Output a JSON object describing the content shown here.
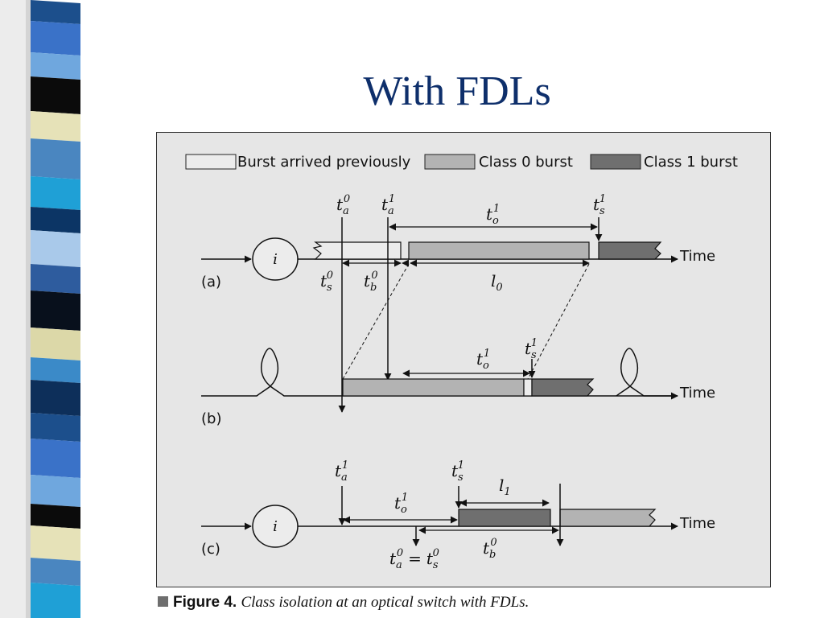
{
  "slide": {
    "title": "With FDLs"
  },
  "legend": {
    "items": [
      {
        "label": "Burst arrived previously",
        "color": "#ececec"
      },
      {
        "label": "Class 0 burst",
        "color": "#b3b3b3"
      },
      {
        "label": "Class 1 burst",
        "color": "#6f6f6f"
      }
    ]
  },
  "panels": {
    "a": {
      "label": "(a)",
      "node": "i",
      "axis": "Time",
      "ta0": {
        "base": "t",
        "sub": "a",
        "sup": "0"
      },
      "ta1": {
        "base": "t",
        "sub": "a",
        "sup": "1"
      },
      "to1": {
        "base": "t",
        "sub": "o",
        "sup": "1"
      },
      "ts1": {
        "base": "t",
        "sub": "s",
        "sup": "1"
      },
      "ts0": {
        "base": "t",
        "sub": "s",
        "sup": "0"
      },
      "tb0": {
        "base": "t",
        "sub": "b",
        "sup": "0"
      },
      "l0": {
        "base": "l",
        "sub": "0"
      }
    },
    "b": {
      "label": "(b)",
      "axis": "Time",
      "to1": {
        "base": "t",
        "sub": "o",
        "sup": "1"
      },
      "ts1": {
        "base": "t",
        "sub": "s",
        "sup": "1"
      }
    },
    "c": {
      "label": "(c)",
      "node": "i",
      "axis": "Time",
      "ta1": {
        "base": "t",
        "sub": "a",
        "sup": "1"
      },
      "ts1": {
        "base": "t",
        "sub": "s",
        "sup": "1"
      },
      "l1": {
        "base": "l",
        "sub": "1"
      },
      "to1": {
        "base": "t",
        "sub": "o",
        "sup": "1"
      },
      "tb0": {
        "base": "t",
        "sub": "b",
        "sup": "0"
      },
      "eq": {
        "lhs_base": "t",
        "lhs_sub": "a",
        "lhs_sup": "0",
        "op": "=",
        "rhs_base": "t",
        "rhs_sub": "s",
        "rhs_sup": "0"
      }
    }
  },
  "caption": {
    "label": "Figure 4.",
    "text": "Class isolation at an optical switch with FDLs."
  },
  "colors": {
    "title": "#0e2f6b",
    "figure_bg": "#e6e6e6",
    "class0": "#b3b3b3",
    "class1": "#6f6f6f",
    "previous": "#ececec"
  }
}
